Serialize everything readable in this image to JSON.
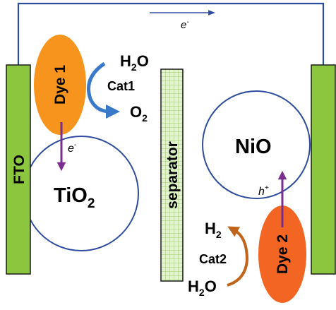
{
  "electrodes": {
    "left_label": "FTO",
    "separator_label": "separator"
  },
  "semiconductors": {
    "left": {
      "base": "TiO",
      "sub": "2"
    },
    "right": "NiO"
  },
  "dyes": {
    "dye1": "Dye 1",
    "dye2": "Dye 2"
  },
  "carriers": {
    "external_electron": "e",
    "external_electron_sup": "-",
    "injected_electron": "e",
    "injected_electron_sup": "-",
    "hole": "h",
    "hole_sup": "+"
  },
  "oxidation": {
    "reactant": {
      "base": "H",
      "sub": "2",
      "tail": "O"
    },
    "catalyst": "Cat1",
    "product": {
      "base": "O",
      "sub": "2"
    }
  },
  "reduction": {
    "reactant": {
      "base": "H",
      "sub": "2",
      "tail": "O"
    },
    "catalyst": "Cat2",
    "product": {
      "base": "H",
      "sub": "2"
    }
  },
  "colors": {
    "electrode": "#8cc63f",
    "wire": "#2f4d9e",
    "circle_stroke": "#2f4d9e",
    "dye1": "#f7941d",
    "dye2": "#f26522",
    "injection_arrow": "#7a2f8f",
    "cat1_arrow": "#3a78c9",
    "cat2_arrow": "#c0651b",
    "separator_fill": "#d8ecc0"
  }
}
